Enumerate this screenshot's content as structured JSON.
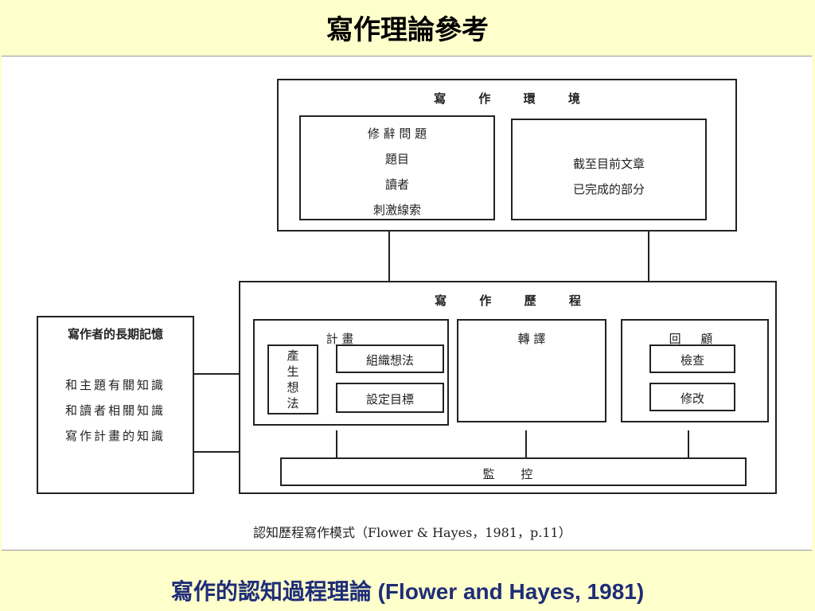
{
  "slide": {
    "title": "寫作理論參考",
    "caption_zh": "寫作的認知過程理論",
    "caption_en": " (Flower and Hayes, 1981)"
  },
  "diagram": {
    "environment": {
      "title": "寫 作 環 境",
      "rhetorical_problem": [
        "修 辭 問 題",
        "題目",
        "讀者",
        "刺激線索"
      ],
      "text_so_far": [
        "截至目前文章",
        "已完成的部分"
      ]
    },
    "process": {
      "title": "寫 作 歷 程",
      "planning": {
        "title": "計  畫",
        "generate": [
          "產",
          "生",
          "想",
          "法"
        ],
        "organize": "組織想法",
        "goal_setting": "設定目標"
      },
      "translating": {
        "title": "轉  譯"
      },
      "reviewing": {
        "title": "回  顧",
        "evaluate": "檢查",
        "revise": "修改"
      },
      "monitor": "監  控"
    },
    "long_term_memory": {
      "title": "寫作者的長期記憶",
      "items": [
        "和主題有關知識",
        "和讀者相關知識",
        "寫作計畫的知識"
      ]
    },
    "source_caption": "認知歷程寫作模式（Flower & Hayes，1981，p.11）"
  }
}
